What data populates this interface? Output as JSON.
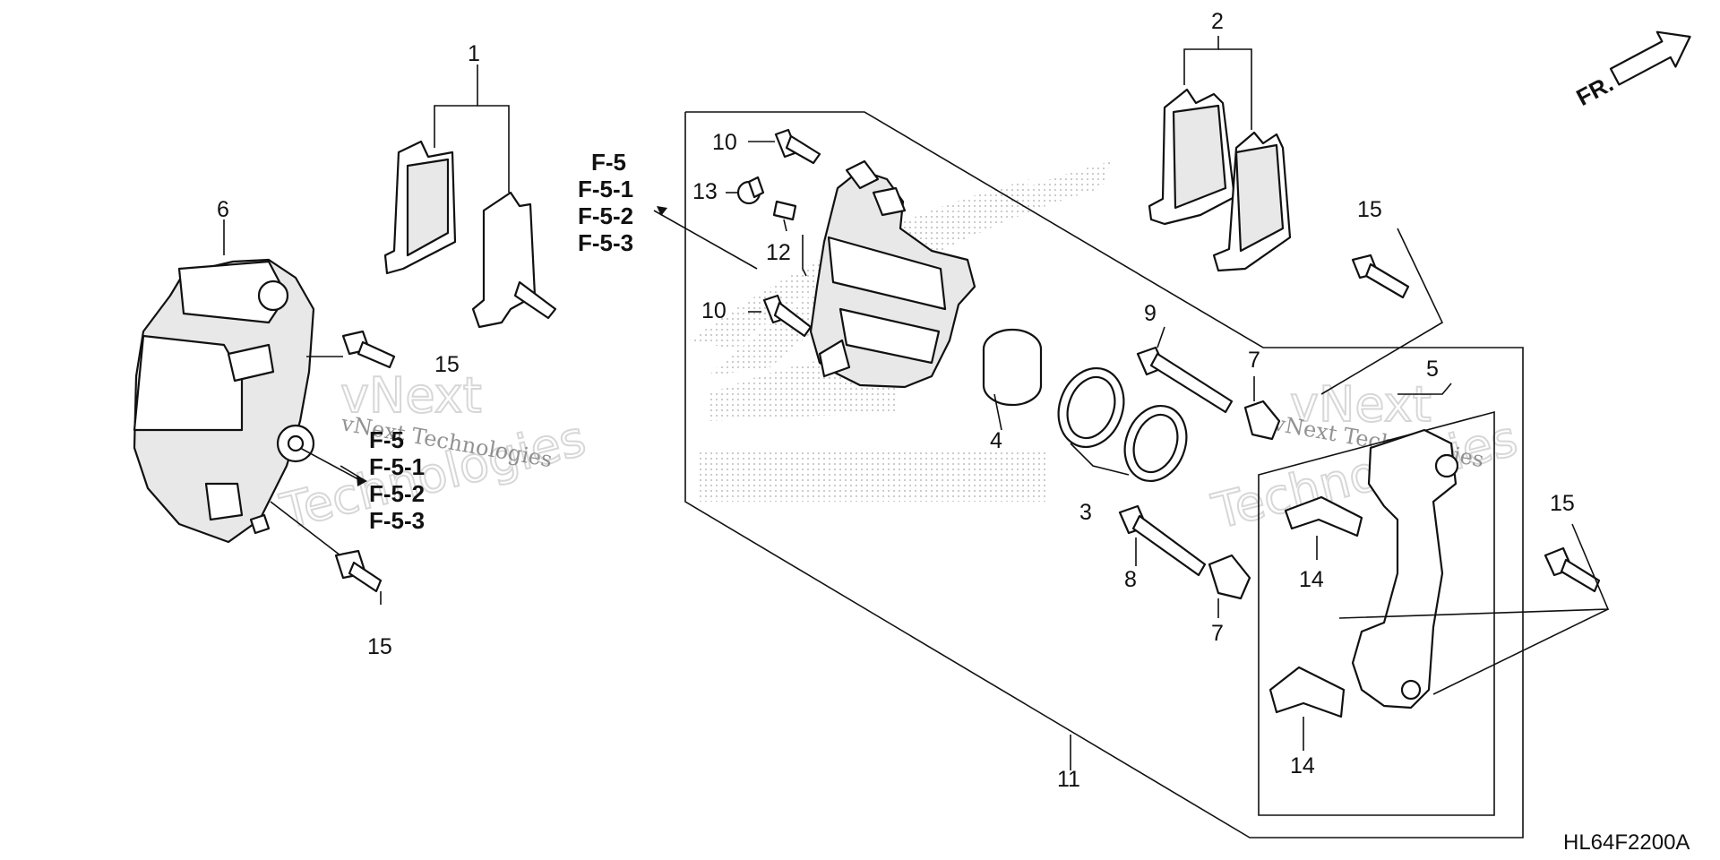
{
  "diagram_code": "HL64F2200A",
  "direction_marker": "FR.",
  "watermark": {
    "line1": "vNext",
    "line2": "Technologies",
    "small": "vNext Technologies"
  },
  "reference_groups": [
    [
      "F-5",
      "F-5-1",
      "F-5-2",
      "F-5-3"
    ],
    [
      "F-5",
      "F-5-1",
      "F-5-2",
      "F-5-3"
    ]
  ],
  "callouts": {
    "c1": "1",
    "c2": "2",
    "c3": "3",
    "c4": "4",
    "c5": "5",
    "c6": "6",
    "c7a": "7",
    "c7b": "7",
    "c8": "8",
    "c9": "9",
    "c10a": "10",
    "c10b": "10",
    "c11": "11",
    "c12": "12",
    "c13": "13",
    "c14a": "14",
    "c14b": "14",
    "c15a": "15",
    "c15b": "15",
    "c15c": "15",
    "c15d": "15"
  },
  "icons": {
    "arrow": "fr-arrow-icon",
    "bolt": "bolt-icon",
    "pad": "brake-pad-icon",
    "caliper": "caliper-body-icon",
    "piston": "piston-icon",
    "seal": "seal-ring-icon",
    "pin": "slide-pin-icon",
    "boot": "boot-icon",
    "bracket": "caliper-bracket-icon",
    "spring": "pad-spring-icon",
    "honda_logo": "honda-watermark-icon"
  }
}
